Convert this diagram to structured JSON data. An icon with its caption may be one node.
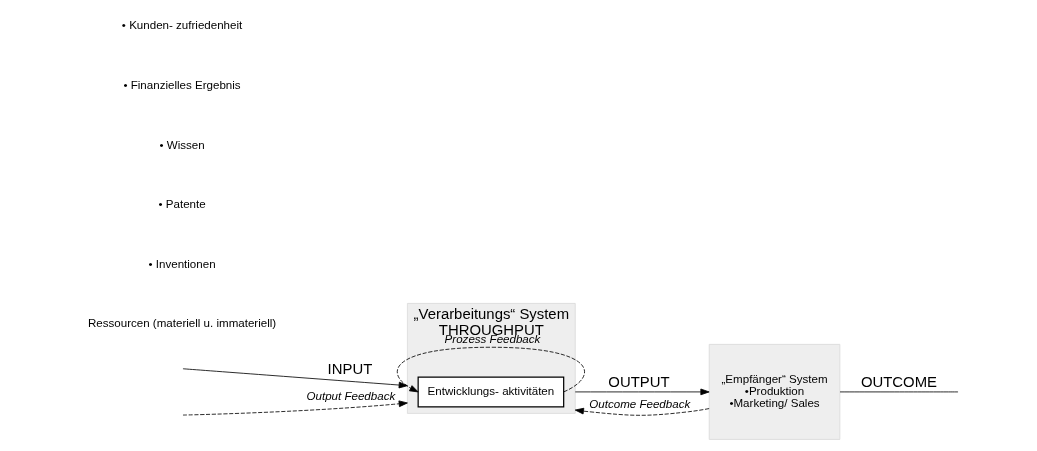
{
  "diagram": {
    "nodes": [
      {
        "text": [
          "„Verarbeitungs“ System",
          "THROUGHPUT"
        ]
      },
      {
        "text": [
          "Entwicklungs- aktivitäten"
        ],
        "in": 0
      },
      {
        "text": [
          "„Empfänger“ System",
          "•Produktion",
          "•Marketing/ Sales"
        ]
      }
    ],
    "edges": [
      {
        "from": null,
        "to": 0,
        "arrow": "to",
        "label": "INPUT"
      },
      {
        "from": 1,
        "to": 1,
        "arrow": "to",
        "style": "dashed",
        "label": "Prozess Feedback"
      },
      {
        "from": 0,
        "to": 2,
        "arrow": "to",
        "label": "OUTPUT"
      },
      {
        "from": 2,
        "to": null,
        "arrow": "none",
        "label": "OUTCOME"
      },
      {
        "from": null,
        "to": 0,
        "arrow": "to",
        "style": "dashed",
        "label": "Output Feedback"
      },
      {
        "from": 2,
        "to": 0,
        "arrow": "to",
        "style": "dashed",
        "label": "Outcome Feedback"
      }
    ],
    "labels": [
      "Ressourcen (materiell u. immateriell)",
      "• Inventionen",
      "• Patente",
      "• Wissen",
      "• Finanzielles Ergebnis",
      "• Kunden- zufriedenheit"
    ]
  }
}
